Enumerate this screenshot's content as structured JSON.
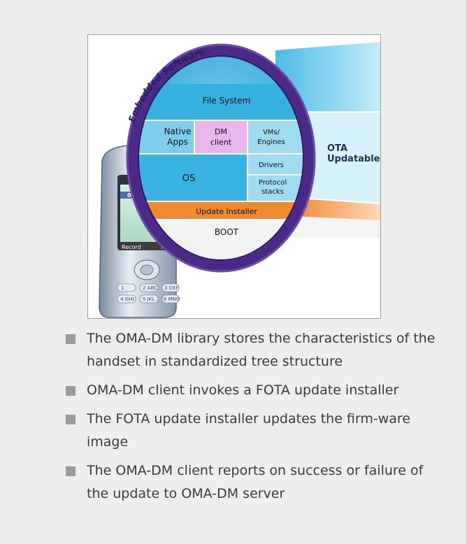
{
  "figure": {
    "curve_label": "Embedded Software",
    "ota_label_1": "OTA",
    "ota_label_2": "Updatable",
    "layers": {
      "file_system": "File System",
      "native_apps_1": "Native",
      "native_apps_2": "Apps",
      "dm_client_1": "DM",
      "dm_client_2": "client",
      "vms_1": "VMs/",
      "vms_2": "Engines",
      "os": "OS",
      "drivers": "Drivers",
      "protocol_1": "Protocol",
      "protocol_2": "stacks",
      "update_installer": "Update Installer",
      "boot": "BOOT"
    },
    "phone": {
      "time": "00:00",
      "softkey_left": "Record",
      "softkey_right": "More",
      "keys": [
        "1",
        "2 ABC",
        "3 DEF",
        "4 GHI",
        "5 JKL",
        "6 MNO"
      ]
    },
    "colors": {
      "lens_rim": "#4a2a86",
      "layer_blue": "#2aa7d6",
      "layer_light": "#9fdcf2",
      "dm_client": "#e7b6ee",
      "update_installer": "#f08a2e",
      "boot": "#f2f2f2"
    }
  },
  "bullets": [
    "The OMA-DM library stores the characteristics of the handset in standardized tree structure",
    "OMA-DM client invokes a FOTA update installer",
    "The FOTA update installer updates the firm-ware image",
    "The OMA-DM client reports on success or failure of the update to OMA-DM server"
  ]
}
